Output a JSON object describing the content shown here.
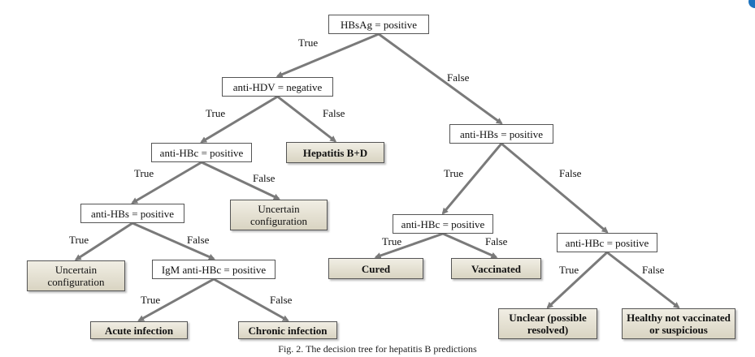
{
  "caption": "Fig. 2.  The decision tree for hepatitis B predictions",
  "nodes": {
    "root": "HBsAg = positive",
    "anti_hdv": "anti-HDV = negative",
    "anti_hbs_right": "anti-HBs = positive",
    "anti_hbc_left": "anti-HBc = positive",
    "hep_bd": "Hepatitis B+D",
    "anti_hbc_mid": "anti-HBc = positive",
    "anti_hbc_right": "anti-HBc = positive",
    "anti_hbs_left": "anti-HBs = positive",
    "uncertain_1": "Uncertain configuration",
    "cured": "Cured",
    "vaccinated": "Vaccinated",
    "uncertain_2": "Uncertain configuration",
    "igm": "IgM anti-HBc = positive",
    "unclear": "Unclear (possible resolved)",
    "healthy": "Healthy not vaccinated or suspicious",
    "acute": "Acute infection",
    "chronic": "Chronic infection"
  },
  "edges": {
    "root_true": "True",
    "root_false": "False",
    "anti_hdv_true": "True",
    "anti_hdv_false": "False",
    "anti_hbc_left_true": "True",
    "anti_hbc_left_false": "False",
    "anti_hbs_left_true": "True",
    "anti_hbs_left_false": "False",
    "igm_true": "True",
    "igm_false": "False",
    "anti_hbs_right_true": "True",
    "anti_hbs_right_false": "False",
    "anti_hbc_mid_true": "True",
    "anti_hbc_mid_false": "False",
    "anti_hbc_right_true": "True",
    "anti_hbc_right_false": "False"
  },
  "colors": {
    "arrow": "#7a7a7a",
    "leaf_fill": "#e3dfd0",
    "node_border": "#555555"
  }
}
